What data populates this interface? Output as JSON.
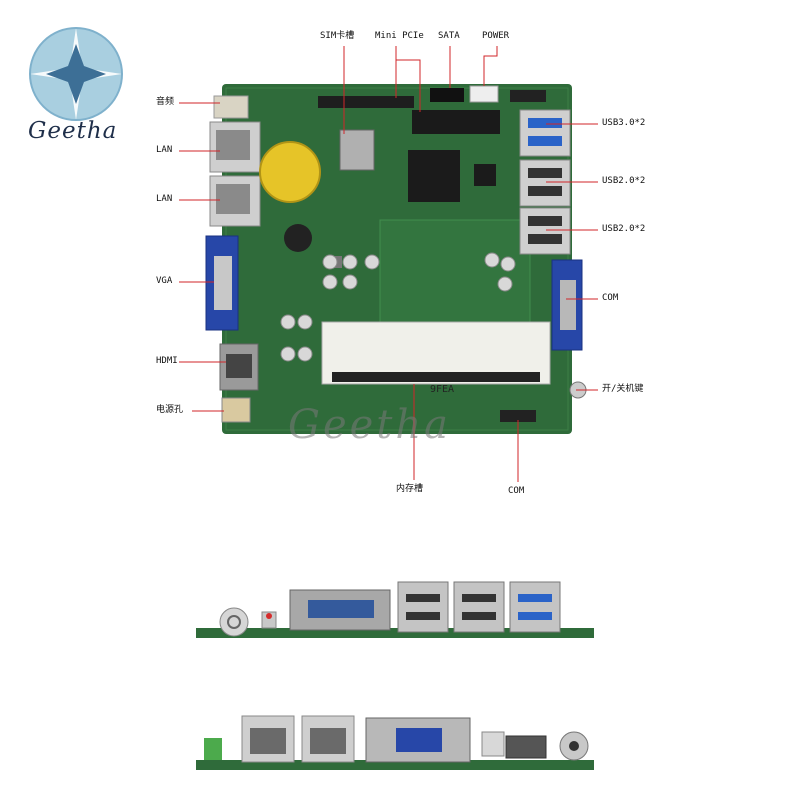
{
  "logo": {
    "text": "Geetha",
    "icon": "compass-star-logo",
    "color": "#7fb1cc"
  },
  "watermark": "Geetha",
  "board": {
    "color": "#2f6b3a",
    "silk_text": "9FEA"
  },
  "labels": {
    "sim": "SIM卡槽",
    "minipcie": "Mini PCIe",
    "sata": "SATA",
    "power": "POWER",
    "audio": "音频",
    "lan1": "LAN",
    "lan2": "LAN",
    "vga": "VGA",
    "hdmi": "HDMI",
    "dc_jack": "电源孔",
    "usb30": "USB3.0*2",
    "usb20_a": "USB2.0*2",
    "usb20_b": "USB2.0*2",
    "com_right": "COM",
    "power_button": "开/关机键",
    "memory_slot": "内存槽",
    "com_bottom": "COM"
  },
  "colors": {
    "leader": "#d0262a",
    "board": "#2f6b3a",
    "usb3_blue": "#2a63c8",
    "vga_blue": "#2747a8"
  }
}
